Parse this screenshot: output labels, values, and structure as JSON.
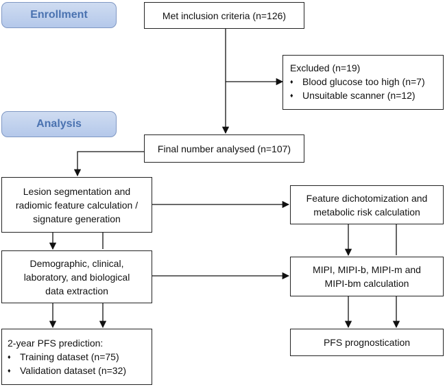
{
  "stages": {
    "enrollment": "Enrollment",
    "analysis": "Analysis"
  },
  "boxes": {
    "inclusion": "Met inclusion criteria (n=126)",
    "excluded": {
      "title": "Excluded (n=19)",
      "items": [
        "Blood glucose too high (n=7)",
        "Unsuitable scanner (n=12)"
      ]
    },
    "final": "Final number analysed (n=107)",
    "lesion": [
      "Lesion segmentation and",
      "radiomic feature calculation /",
      "signature generation"
    ],
    "feature": [
      "Feature dichotomization and",
      "metabolic risk calculation"
    ],
    "demographic": [
      "Demographic, clinical,",
      "laboratory, and biological",
      "data extraction"
    ],
    "mipi": [
      "MIPI, MIPI-b, MIPI-m and",
      "MIPI-bm calculation"
    ],
    "pfs_prediction": {
      "title": "2-year PFS prediction:",
      "items": [
        "Training dataset (n=75)",
        "Validation dataset (n=32)"
      ]
    },
    "pfs_prognostication": "PFS prognostication"
  }
}
